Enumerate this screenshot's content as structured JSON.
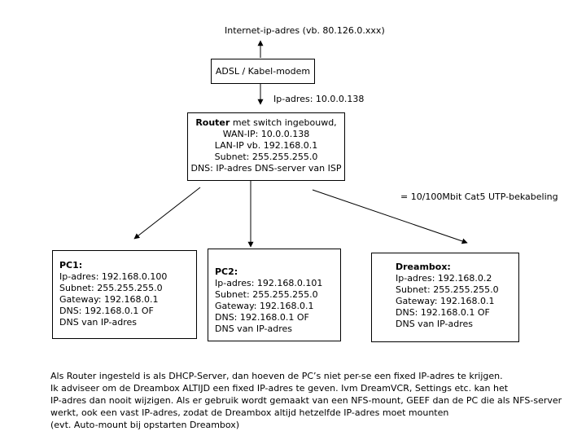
{
  "internet_label": "Internet-ip-adres (vb. 80.126.0.xxx)",
  "modem": {
    "label": "ADSL / Kabel-modem"
  },
  "modem_router_ip": "Ip-adres: 10.0.0.138",
  "router": {
    "title": "Router",
    "title_rest": " met switch ingebouwd,",
    "wan": "WAN-IP: 10.0.0.138",
    "lan": "LAN-IP vb. 192.168.0.1",
    "subnet": "Subnet: 255.255.255.0",
    "dns": "DNS: IP-adres DNS-server van ISP"
  },
  "cable_legend": "= 10/100Mbit Cat5 UTP-bekabeling",
  "devices": [
    {
      "name": "PC1:",
      "ip": "Ip-adres: 192.168.0.100",
      "subnet": "Subnet: 255.255.255.0",
      "gateway": "Gateway: 192.168.0.1",
      "dns": "DNS: 192.168.0.1 OF",
      "dns2": "DNS van IP-adres"
    },
    {
      "name": "PC2:",
      "ip": "Ip-adres: 192.168.0.101",
      "subnet": "Subnet: 255.255.255.0",
      "gateway": "Gateway: 192.168.0.1",
      "dns": "DNS: 192.168.0.1 OF",
      "dns2": "DNS van IP-adres"
    },
    {
      "name": "Dreambox:",
      "ip": "Ip-adres: 192.168.0.2",
      "subnet": "Subnet: 255.255.255.0",
      "gateway": "Gateway: 192.168.0.1",
      "dns": "DNS: 192.168.0.1 OF",
      "dns2": "DNS van IP-adres"
    }
  ],
  "notes": [
    "Als Router ingesteld is als DHCP-Server, dan hoeven de PC’s niet per-se een fixed IP-adres te krijgen.",
    "Ik adviseer om de Dreambox ALTIJD een fixed IP-adres te geven. Ivm DreamVCR, Settings etc. kan het",
    "IP-adres dan nooit wijzigen. Als er gebruik wordt gemaakt van een NFS-mount, GEEF dan de PC die als NFS-server",
    "werkt, ook een vast IP-adres, zodat de Dreambox altijd hetzelfde IP-adres moet mounten",
    "(evt. Auto-mount  bij opstarten Dreambox)"
  ]
}
